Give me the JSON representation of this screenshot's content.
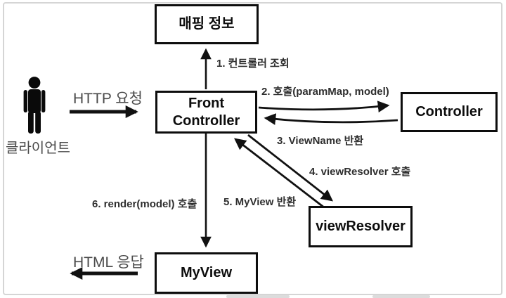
{
  "diagram": {
    "boxes": {
      "mapping": "매핑 정보",
      "front_controller": "Front Controller",
      "controller": "Controller",
      "view_resolver": "viewResolver",
      "my_view": "MyView"
    },
    "steps": {
      "s1": "1. 컨트롤러 조회",
      "s2": "2. 호출(paramMap, model)",
      "s3": "3. ViewName 반환",
      "s4": "4. viewResolver 호출",
      "s5": "5. MyView 반환",
      "s6": "6. render(model) 호출"
    },
    "client_label": "클라이언트",
    "http_request": "HTTP 요청",
    "html_response": "HTML 응답",
    "icons": {
      "client": "person-icon"
    },
    "colors": {
      "box_border": "#0d0d0d",
      "arrow": "#111111",
      "gray_text": "#4a4a4a",
      "step_text": "#2e2e2e",
      "frame_border": "#d5d5d5"
    }
  }
}
